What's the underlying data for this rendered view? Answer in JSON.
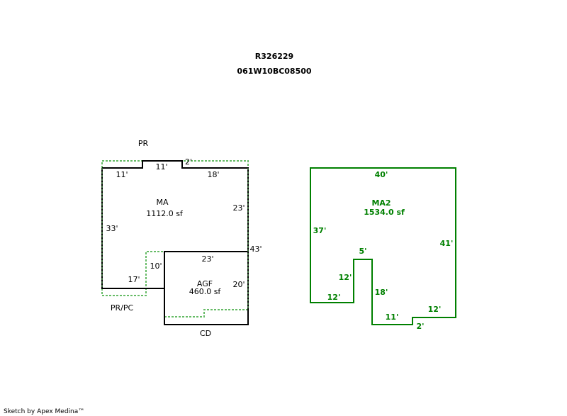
{
  "header": {
    "account": "R326229",
    "map_number": "061W10BC08500"
  },
  "colors": {
    "outline": "#000000",
    "dashed": "#66bb66",
    "ma2": "#008000"
  },
  "sketch1": {
    "labels": {
      "pr": "PR",
      "pr_pc": "PR/PC",
      "cd": "CD"
    },
    "ma": {
      "name": "MA",
      "area": "1112.0 sf"
    },
    "agf": {
      "name": "AGF",
      "area": "460.0 sf"
    },
    "dims": {
      "top_left": "11'",
      "top_mid": "11'",
      "top_jog": "2'",
      "top_right": "18'",
      "right_upper": "23'",
      "right_total": "43'",
      "left": "33'",
      "bottom_left": "17'",
      "agf_top": "23'",
      "agf_left": "10'",
      "agf_right": "20'"
    }
  },
  "sketch2": {
    "ma2": {
      "name": "MA2",
      "area": "1534.0 sf"
    },
    "dims": {
      "top": "40'",
      "left": "37'",
      "right": "41'",
      "notch_top": "5'",
      "notch_left": "12'",
      "bottom_left": "12'",
      "notch_right": "18'",
      "bottom_mid": "11'",
      "jog": "2'",
      "bottom_right": "12'"
    }
  },
  "footer": "Sketch by Apex Medina™"
}
